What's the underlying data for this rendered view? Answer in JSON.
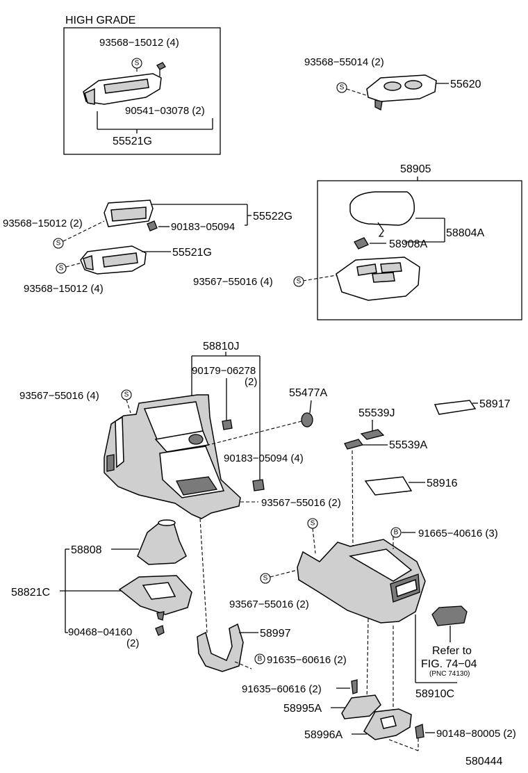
{
  "box_titles": {
    "high_grade": "HIGH GRADE"
  },
  "symbols": {
    "s": "S",
    "b": "B"
  },
  "labels": {
    "p93568_15012_4a": "93568−15012 (4)",
    "p90541_03078_2": "90541−03078 (2)",
    "p55521G_a": "55521G",
    "p93568_55014_2": "93568−55014 (2)",
    "p55620": "55620",
    "p58905": "58905",
    "p55522G": "55522G",
    "p93568_15012_2": "93568−15012 (2)",
    "p90183_05094": "90183−05094",
    "p58804A": "58804A",
    "p58908A": "58908A",
    "p55521G_b": "55521G",
    "p93568_15012_4b": "93568−15012 (4)",
    "p93567_55016_4a": "93567−55016 (4)",
    "p58810J": "58810J",
    "p90179_06278": "90179−06278",
    "p90179_06278_q": "(2)",
    "p93567_55016_4b": "93567−55016 (4)",
    "p55477A": "55477A",
    "p55539J": "55539J",
    "p58917": "58917",
    "p55539A": "55539A",
    "p90183_05094_4": "90183−05094 (4)",
    "p58916": "58916",
    "p93567_55016_2a": "93567−55016 (2)",
    "p91665_40616_3": "91665−40616 (3)",
    "p58808": "58808",
    "p58821C": "58821C",
    "p93567_55016_2b": "93567−55016 (2)",
    "p90468_04160": "90468−04160",
    "p90468_04160_q": "(2)",
    "p58997": "58997",
    "p91635_60616_2a": "91635−60616 (2)",
    "p91635_60616_2b": "91635−60616 (2)",
    "p58910C": "58910C",
    "p58995A": "58995A",
    "p58996A": "58996A",
    "p90148_80005_2": "90148−80005 (2)"
  },
  "refer": {
    "line1": "Refer to",
    "line2": "FIG. 74−04",
    "line3": "(PNC 74130)"
  },
  "figure_number": "580444"
}
